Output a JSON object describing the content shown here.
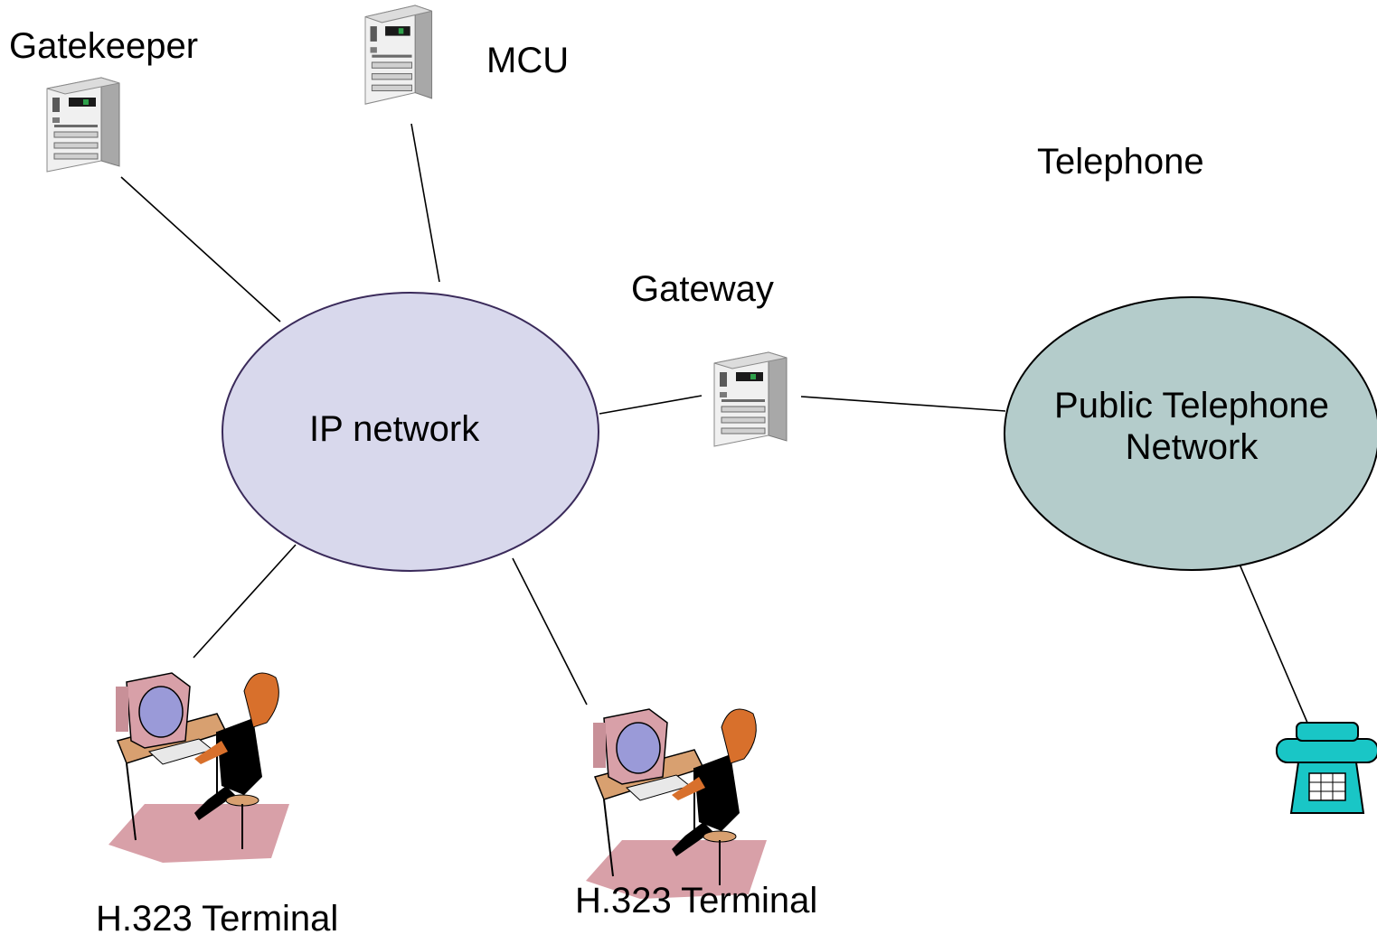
{
  "nodes": {
    "gatekeeper": {
      "label": "Gatekeeper",
      "icon": "server-icon"
    },
    "mcu": {
      "label": "MCU",
      "icon": "server-icon"
    },
    "gateway": {
      "label": "Gateway",
      "icon": "server-icon"
    },
    "telephone": {
      "label": "Telephone",
      "icon": "telephone-icon"
    },
    "ip_network": {
      "label": "IP network"
    },
    "pstn": {
      "line1": "Public Telephone",
      "line2": "Network"
    },
    "terminal_left": {
      "label": "H.323 Terminal",
      "icon": "person-at-computer-icon"
    },
    "terminal_right": {
      "label": "H.323 Terminal",
      "icon": "person-at-computer-icon"
    }
  },
  "colors": {
    "ip_network_fill": "#d8d8ec",
    "ip_network_stroke": "#3a2a5a",
    "pstn_fill": "#b4cccb",
    "pstn_stroke": "#000000",
    "server_body": "#c8c8c8",
    "phone_body": "#19c6c6",
    "person_skin": "#d8702c",
    "desk": "#d8a070",
    "floor_shadow": "#d8a0a8",
    "monitor_screen": "#9a9ad8"
  }
}
